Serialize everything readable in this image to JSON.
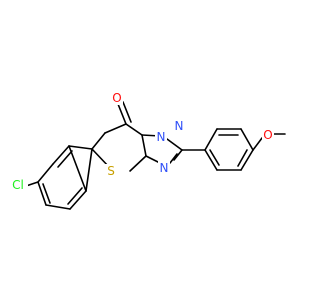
{
  "atoms": {
    "oxygen_carbonyl": {
      "text": "O",
      "color": "#ff0d0d"
    },
    "oxygen_methoxy": {
      "text": "O",
      "color": "#ff0d0d"
    },
    "sulfur": {
      "text": "S",
      "color": "#c8a000"
    },
    "nitrogen_1": {
      "text": "N",
      "color": "#3050f8"
    },
    "nitrogen_2": {
      "text": "N",
      "color": "#3050f8"
    },
    "nitrogen_3": {
      "text": "N",
      "color": "#3050f8"
    },
    "chlorine": {
      "text": "Cl",
      "color": "#1ff01f"
    }
  },
  "colors": {
    "bond": "#000000",
    "background": "#ffffff"
  }
}
